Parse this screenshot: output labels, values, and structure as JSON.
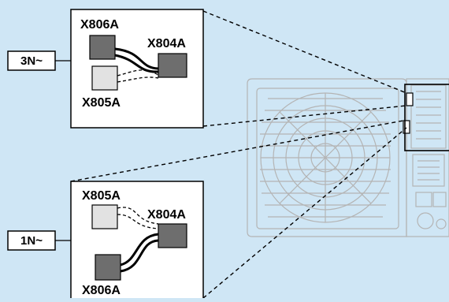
{
  "diagram": {
    "supply_3n": "3N~",
    "supply_1n": "1N~",
    "top_inset": {
      "connector_a": "X806A",
      "connector_b": "X804A",
      "connector_c": "X805A"
    },
    "bottom_inset": {
      "connector_a": "X805A",
      "connector_b": "X804A",
      "connector_c": "X806A"
    }
  },
  "colors": {
    "background": "#cfe6f5",
    "connector_dark": "#6e6e6e",
    "connector_light": "#e2e2e2",
    "outline": "#000000",
    "unit_lines": "#b4b4b4"
  }
}
